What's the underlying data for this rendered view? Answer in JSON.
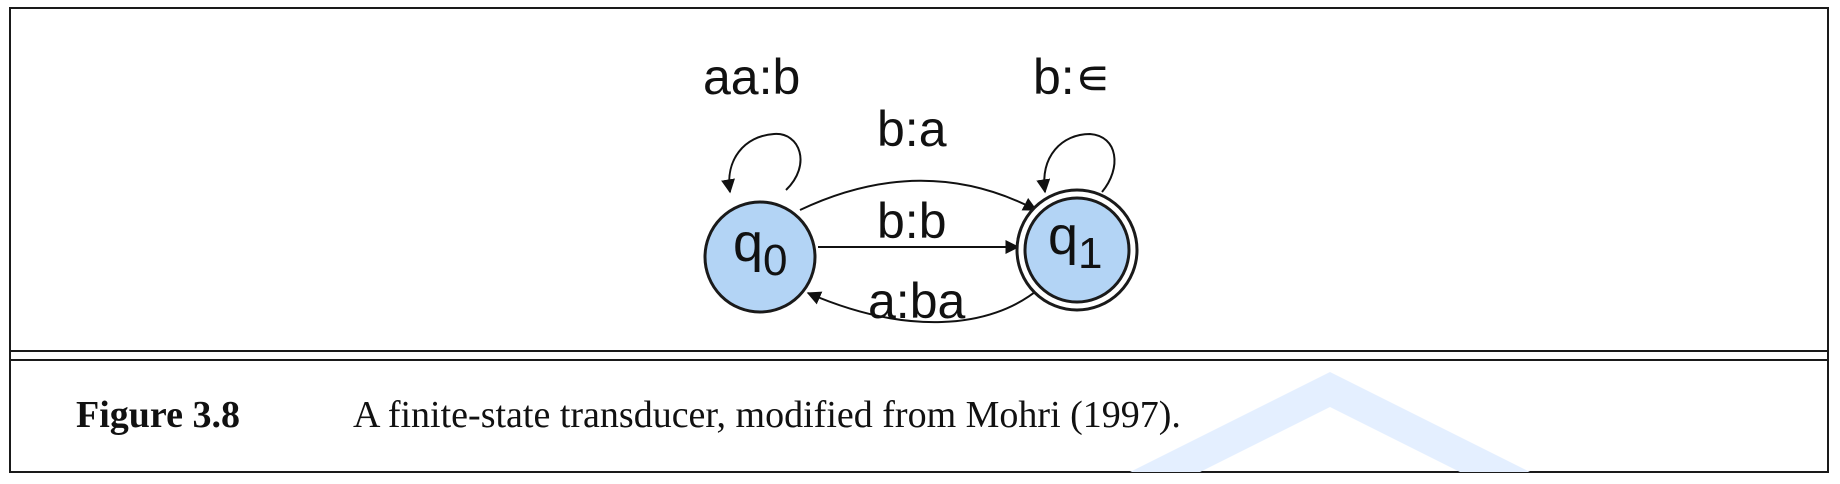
{
  "diagram": {
    "states": [
      {
        "id": "q0",
        "base": "q",
        "sub": "0",
        "fill": "#b3d4f5",
        "accepting": false
      },
      {
        "id": "q1",
        "base": "q",
        "sub": "1",
        "fill": "#b3d4f5",
        "accepting": true
      }
    ],
    "edges": [
      {
        "from": "q0",
        "to": "q0",
        "label": "aa:b"
      },
      {
        "from": "q1",
        "to": "q1",
        "label": "b:∊"
      },
      {
        "from": "q0",
        "to": "q1",
        "label": "b:a"
      },
      {
        "from": "q0",
        "to": "q1",
        "label": "b:b"
      },
      {
        "from": "q1",
        "to": "q0",
        "label": "a:ba"
      }
    ]
  },
  "caption": {
    "number": "Figure 3.8",
    "text": "A finite-state transducer, modified from Mohri (1997)."
  },
  "colors": {
    "state_fill": "#b3d4f5",
    "stroke": "#1a1a1a",
    "watermark": "#e4efff"
  }
}
